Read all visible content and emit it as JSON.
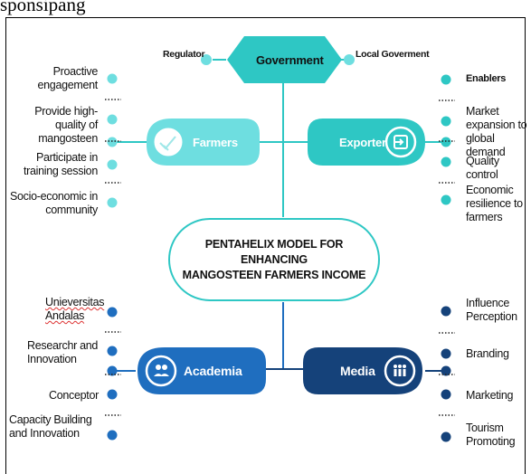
{
  "caption_fragment": "sponsipang",
  "center": {
    "line1": "PENTAHELIX MODEL FOR ENHANCING",
    "line2": "MANGOSTEEN FARMERS INCOME"
  },
  "government": {
    "label": "Government",
    "left_label": "Regulator",
    "right_label": "Local Goverment"
  },
  "farmers": {
    "label": "Farmers",
    "items": [
      "Proactive engagement",
      "Provide high-quality of mangosteen",
      "Participate in training session",
      "Socio-economic in community"
    ]
  },
  "exporter": {
    "label": "Exporter",
    "items": [
      "Enablers",
      "Market expansion to global demand",
      "Quality control",
      "Economic resilience to farmers"
    ]
  },
  "academia": {
    "label": "Academia",
    "items": [
      "Unieversitas Andalas",
      "Researchr and Innovation",
      "Conceptor",
      "Capacity Building and Innovation"
    ]
  },
  "media": {
    "label": "Media",
    "items": [
      "Influence Perception",
      "Branding",
      "Marketing",
      "Tourism Promoting"
    ]
  },
  "colors": {
    "teal": "#2ec7c4",
    "teal_light": "#6edee0",
    "blue": "#1f6ebf",
    "navy": "#15427a"
  }
}
